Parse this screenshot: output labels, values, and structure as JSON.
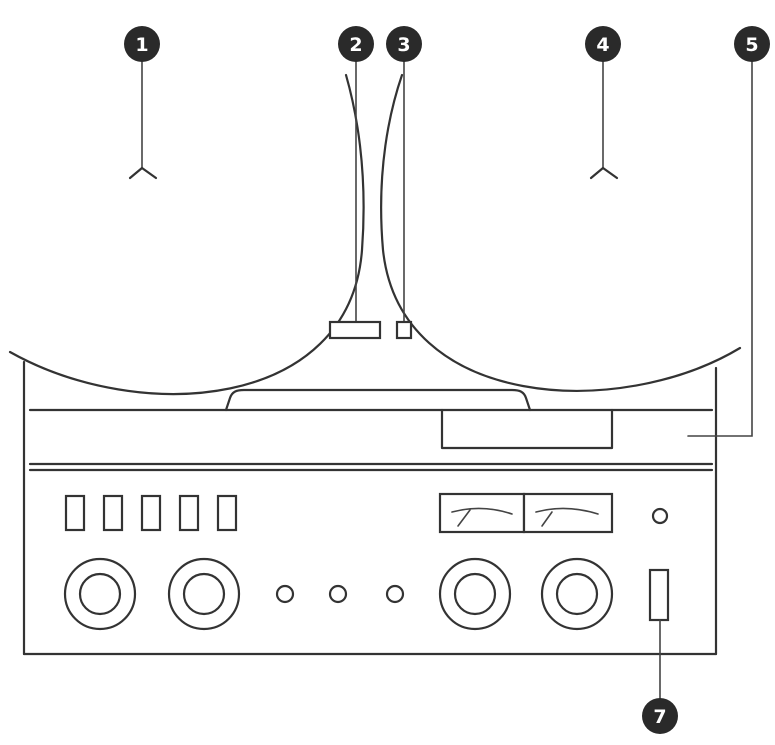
{
  "callouts": [
    {
      "id": "c1",
      "label": "1"
    },
    {
      "id": "c2",
      "label": "2"
    },
    {
      "id": "c3",
      "label": "3"
    },
    {
      "id": "c4",
      "label": "4"
    },
    {
      "id": "c5",
      "label": "5"
    },
    {
      "id": "c7",
      "label": "7"
    }
  ],
  "colors": {
    "line": "#333333",
    "badge": "#2a2a2a",
    "badge_text": "#ffffff",
    "background": "#ffffff"
  }
}
